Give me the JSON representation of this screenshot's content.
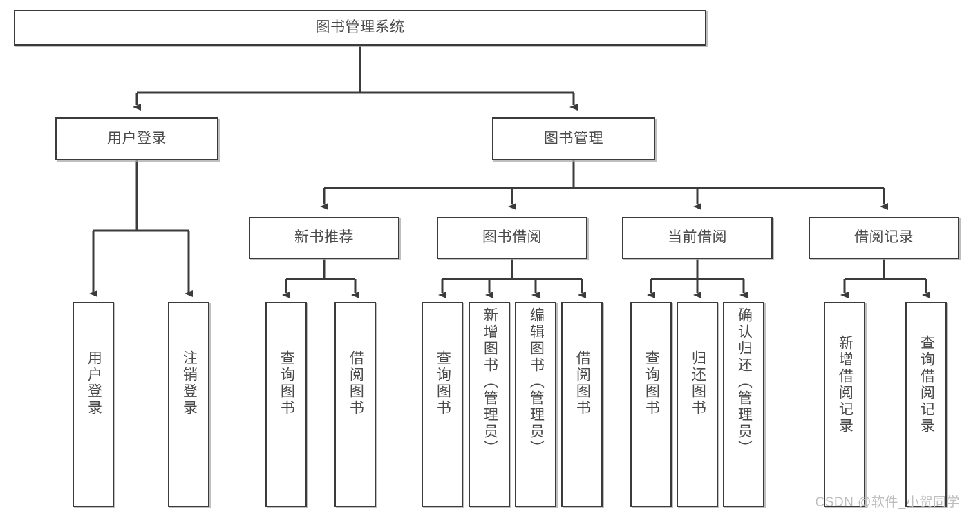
{
  "diagram": {
    "type": "tree-flowchart",
    "title": "图书管理系统",
    "watermark": "CSDN @软件_小贺同学",
    "colors": {
      "box_border": "#3b3b3b",
      "box_fill": "#ffffff",
      "text": "#4a4a4a",
      "edge": "#3b3b3b",
      "watermark": "#bdbdbd"
    },
    "root": {
      "id": "root",
      "label": "图书管理系统"
    },
    "level1": [
      {
        "id": "user-login",
        "label": "用户登录"
      },
      {
        "id": "book-manage",
        "label": "图书管理"
      }
    ],
    "level2": [
      {
        "id": "new-book-rec",
        "label": "新书推荐",
        "parent": "book-manage"
      },
      {
        "id": "book-borrow",
        "label": "图书借阅",
        "parent": "book-manage"
      },
      {
        "id": "current-borrow",
        "label": "当前借阅",
        "parent": "book-manage"
      },
      {
        "id": "borrow-record",
        "label": "借阅记录",
        "parent": "book-manage"
      }
    ],
    "leaves": [
      {
        "id": "leaf-user-login",
        "label": "用户登录",
        "parent": "user-login"
      },
      {
        "id": "leaf-logout-login",
        "label": "注销登录",
        "parent": "user-login"
      },
      {
        "id": "leaf-query-book-1",
        "label": "查询图书",
        "parent": "new-book-rec"
      },
      {
        "id": "leaf-borrow-book-1",
        "label": "借阅图书",
        "parent": "new-book-rec"
      },
      {
        "id": "leaf-query-book-2",
        "label": "查询图书",
        "parent": "book-borrow"
      },
      {
        "id": "leaf-add-book",
        "label": "新增图书（管理员）",
        "parent": "book-borrow"
      },
      {
        "id": "leaf-edit-book",
        "label": "编辑图书（管理员）",
        "parent": "book-borrow"
      },
      {
        "id": "leaf-borrow-book-2",
        "label": "借阅图书",
        "parent": "book-borrow"
      },
      {
        "id": "leaf-query-book-3",
        "label": "查询图书",
        "parent": "current-borrow"
      },
      {
        "id": "leaf-return-book",
        "label": "归还图书",
        "parent": "current-borrow"
      },
      {
        "id": "leaf-confirm-return",
        "label": "确认归还（管理员）",
        "parent": "current-borrow"
      },
      {
        "id": "leaf-add-record",
        "label": "新增借阅记录",
        "parent": "borrow-record"
      },
      {
        "id": "leaf-query-record",
        "label": "查询借阅记录",
        "parent": "borrow-record"
      }
    ]
  }
}
